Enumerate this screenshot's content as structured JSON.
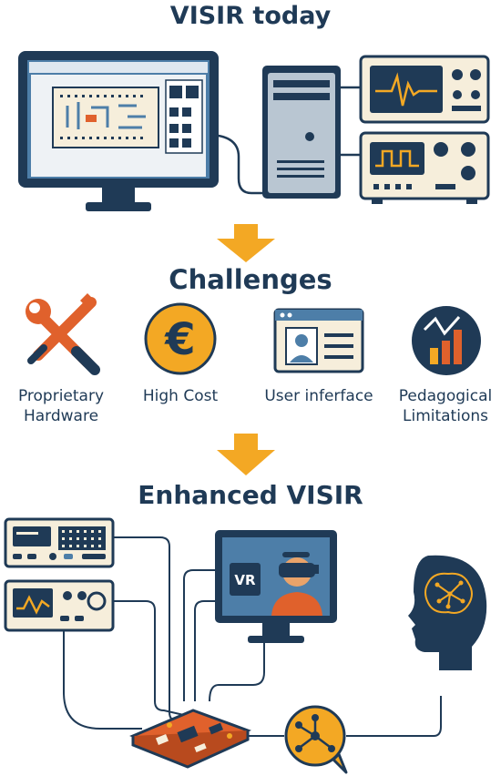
{
  "sections": {
    "today": "VISIR today",
    "challenges": "Challenges",
    "enhanced": "Enhanced VISIR"
  },
  "challenges": [
    {
      "line1": "Proprietary",
      "line2": "Hardware",
      "icon": "tools-icon"
    },
    {
      "line1": "High Cost",
      "line2": "",
      "icon": "euro-icon"
    },
    {
      "line1": "User inferface",
      "line2": "",
      "icon": "user-interface-icon"
    },
    {
      "line1": "Pedagogical",
      "line2": "Limitations",
      "icon": "chart-icon"
    }
  ],
  "vr_label": "VR",
  "colors": {
    "navy": "#1f3a56",
    "orange": "#f3a824",
    "tool_orange": "#e0612c",
    "cream": "#f6eedb",
    "monitor_blue": "#4d7ea8"
  }
}
